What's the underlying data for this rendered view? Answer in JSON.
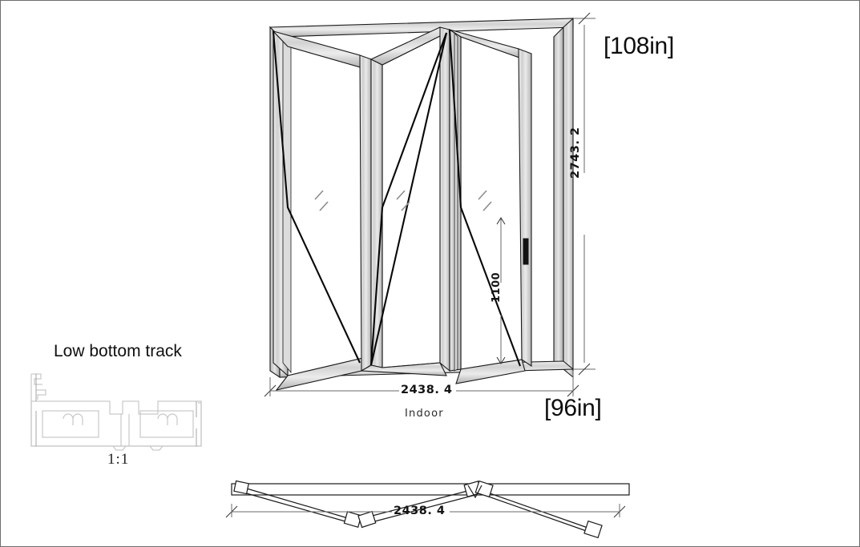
{
  "drawing": {
    "title": "Bi-fold door elevation, plan and track profile",
    "callouts": {
      "height_imperial": "[108in]",
      "width_imperial": "[96in]"
    },
    "elevation": {
      "width_mm": "2438. 4",
      "height_mm": "2743. 2",
      "leaf_mm": "1100",
      "side_label": "Indoor",
      "panel_count": 3,
      "handle": "door-handle"
    },
    "plan": {
      "width_mm": "2438. 4"
    },
    "track_detail": {
      "title": "Low bottom track",
      "scale": "1:1"
    },
    "colors": {
      "line": "#1a1a1a",
      "frame_light": "#e3e3e3",
      "frame_mid": "#c6c6c6",
      "frame_dark": "#9b9b9b",
      "dimension_line": "#6a6a6a",
      "profile_line": "#c9c9c9",
      "background": "#ffffff"
    }
  }
}
